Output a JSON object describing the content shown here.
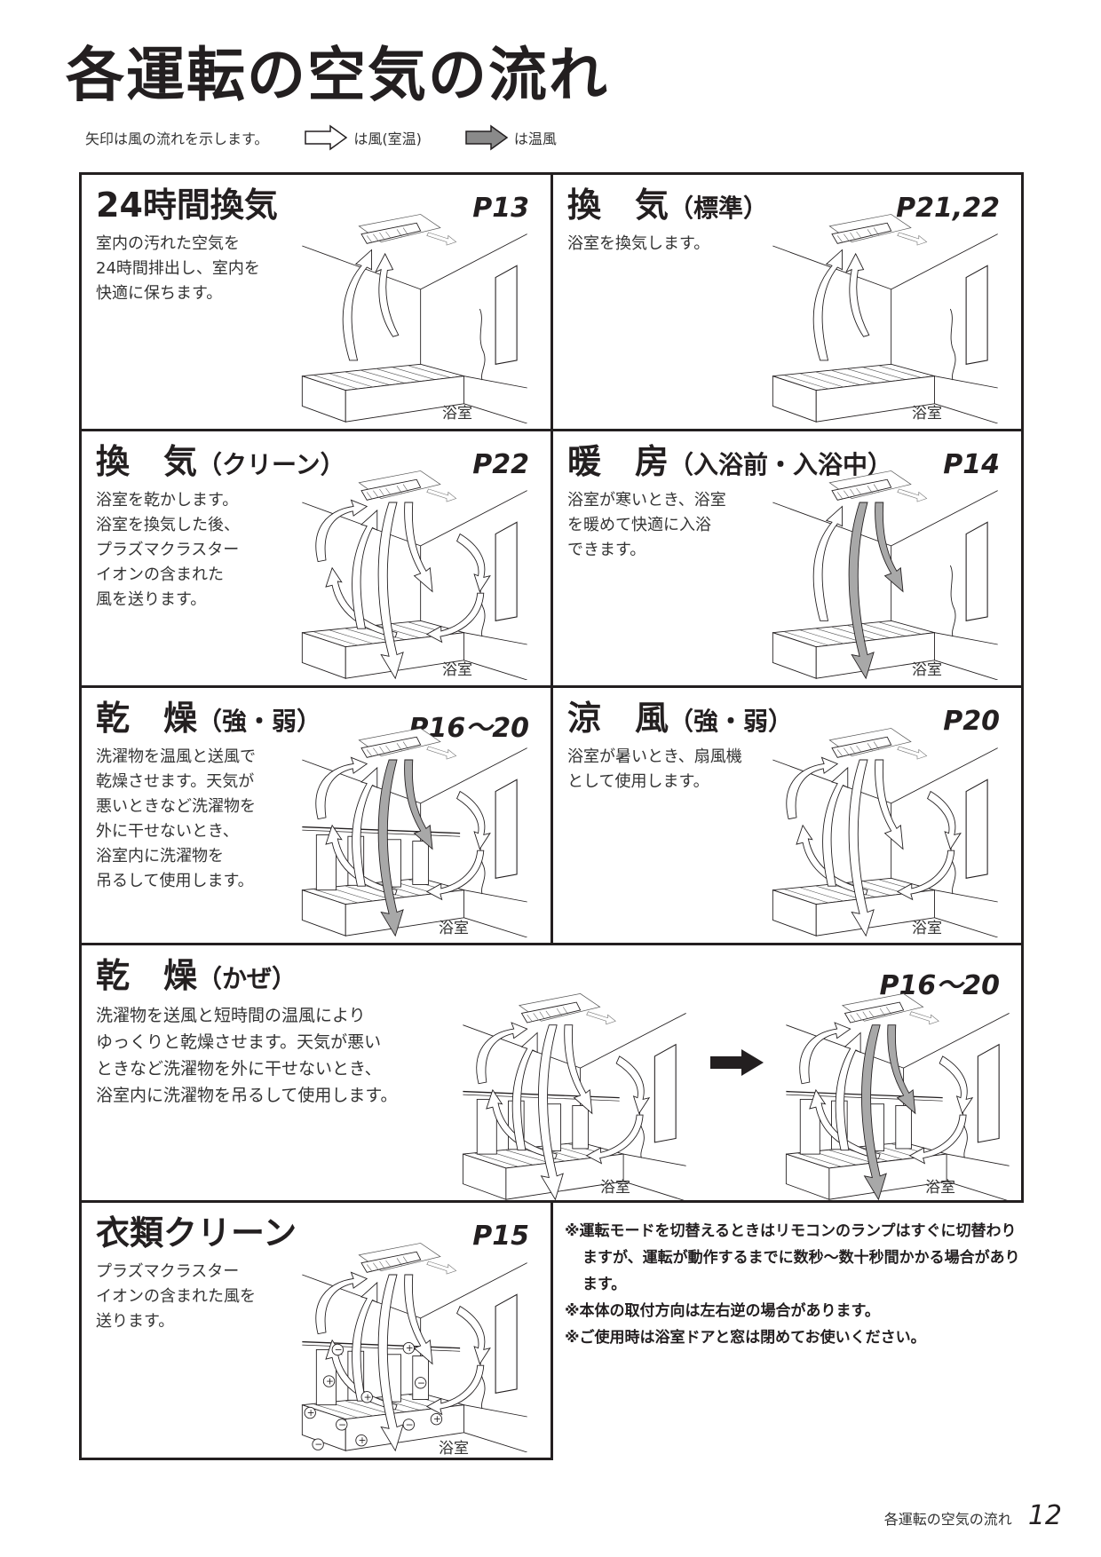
{
  "page": {
    "title": "各運転の空気の流れ",
    "legend": {
      "note": "矢印は風の流れを示します。",
      "white_arrow_label": "は風(室温)",
      "gray_arrow_label": "は温風",
      "white_arrow_color": "#ffffff",
      "gray_arrow_color": "#8a8a8a"
    },
    "room_label": "浴室"
  },
  "modes": [
    {
      "title": "24時間換気",
      "subtitle": "",
      "page_ref": "P13",
      "description": "室内の汚れた空気を\n24時間排出し、室内を\n快適に保ちます。"
    },
    {
      "title": "換　気",
      "subtitle": "（標準）",
      "page_ref": "P21,22",
      "description": "浴室を換気します。"
    },
    {
      "title": "換　気",
      "subtitle": "（クリーン）",
      "page_ref": "P22",
      "description": "浴室を乾かします。\n浴室を換気した後、\nプラズマクラスター\nイオンの含まれた\n風を送ります。"
    },
    {
      "title": "暖　房",
      "subtitle": "（入浴前・入浴中）",
      "page_ref": "P14",
      "description": "浴室が寒いとき、浴室\nを暖めて快適に入浴\nできます。"
    },
    {
      "title": "乾　燥",
      "subtitle": "（強・弱）",
      "page_ref": "P16〜20",
      "description": "洗濯物を温風と送風で\n乾燥させます。天気が\n悪いときなど洗濯物を\n外に干せないとき、\n浴室内に洗濯物を\n吊るして使用します。"
    },
    {
      "title": "涼　風",
      "subtitle": "（強・弱）",
      "page_ref": "P20",
      "description": "浴室が暑いとき、扇風機\nとして使用します。"
    },
    {
      "title": "乾　燥",
      "subtitle": "（かぜ）",
      "page_ref": "P16〜20",
      "description": "洗濯物を送風と短時間の温風により\nゆっくりと乾燥させます。天気が悪い\nときなど洗濯物を外に干せないとき、\n浴室内に洗濯物を吊るして使用します。"
    },
    {
      "title": "衣類クリーン",
      "subtitle": "",
      "page_ref": "P15",
      "description": "プラズマクラスター\nイオンの含まれた風を\n送ります。"
    }
  ],
  "notes": [
    "※運転モードを切替えるときはリモコンのランプはすぐに切替わりますが、運転が動作するまでに数秒〜数十秒間かかる場合があります。",
    "※本体の取付方向は左右逆の場合があります。",
    "※ご使用時は浴室ドアと窓は閉めてお使いください。"
  ],
  "footer": {
    "section": "各運転の空気の流れ",
    "page_number": "12"
  }
}
